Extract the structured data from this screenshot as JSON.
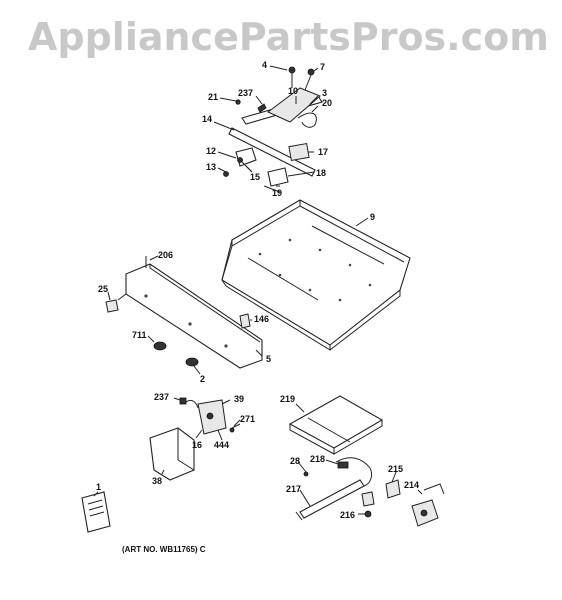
{
  "watermark": "AppliancePartsPros.com",
  "art_number": "(ART NO. WB11765) C",
  "callouts": [
    "4",
    "7",
    "237",
    "10",
    "21",
    "3",
    "20",
    "14",
    "12",
    "17",
    "13",
    "15",
    "18",
    "19",
    "9",
    "206",
    "25",
    "146",
    "711",
    "5",
    "2",
    "237",
    "39",
    "271",
    "16",
    "444",
    "219",
    "38",
    "28",
    "218",
    "215",
    "1",
    "217",
    "214",
    "216"
  ],
  "parts": {
    "tray": "burner-box-tray",
    "manifold": "manifold-pipe",
    "front_panel": "manifold-panel",
    "valve": "gas-valve",
    "bracket": "bracket",
    "heat_shield": "heat-shield",
    "regulator": "pressure-regulator",
    "manual": "owners-manual"
  }
}
